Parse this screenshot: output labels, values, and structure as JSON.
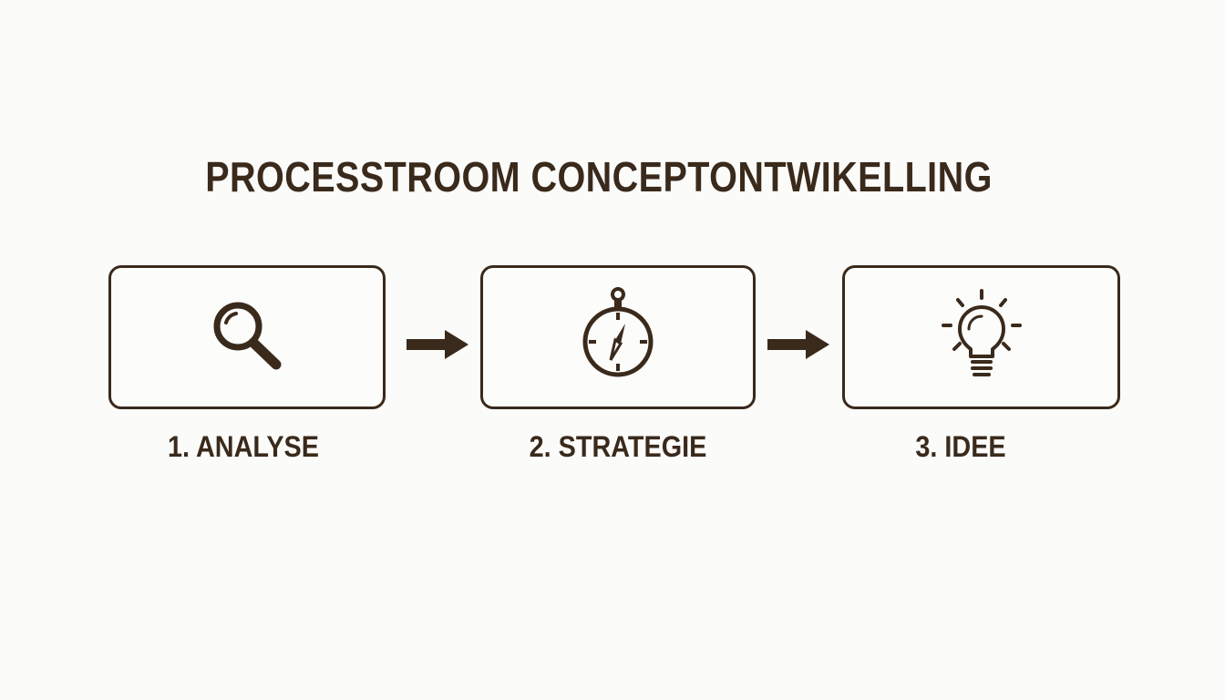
{
  "title": "PROCESSTROOM CONCEPTONTWIKELLING",
  "steps": [
    {
      "label": "1. ANALYSE",
      "icon": "magnifier-icon"
    },
    {
      "label": "2. STRATEGIE",
      "icon": "compass-icon"
    },
    {
      "label": "3. IDEE",
      "icon": "lightbulb-icon"
    }
  ],
  "colors": {
    "ink": "#3a2a1c",
    "background": "#fbfbf9"
  }
}
